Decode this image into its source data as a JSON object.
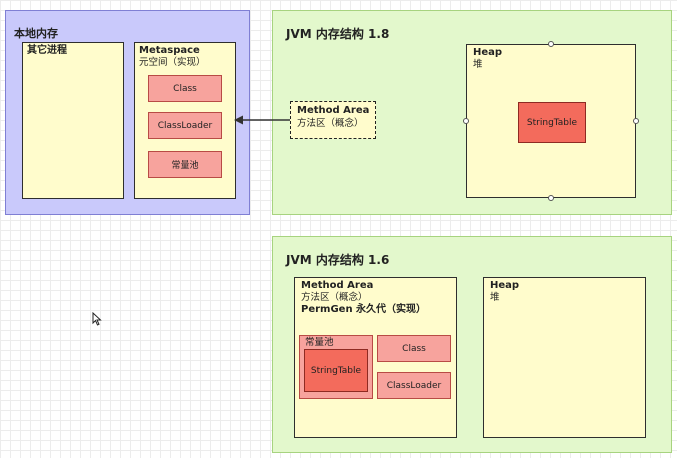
{
  "native_memory": {
    "title": "本地内存",
    "other_processes": "其它进程",
    "metaspace": {
      "title": "Metaspace",
      "subtitle": "元空间（实现）",
      "items": [
        "Class",
        "ClassLoader",
        "常量池"
      ]
    }
  },
  "jvm18": {
    "title": "JVM 内存结构 1.8",
    "method_area": {
      "title": "Method Area",
      "subtitle": "方法区（概念）"
    },
    "heap": {
      "title": "Heap",
      "subtitle": "堆",
      "string_table": "StringTable"
    }
  },
  "jvm16": {
    "title": "JVM 内存结构 1.6",
    "method_area": {
      "title": "Method Area",
      "subtitle": "方法区（概念）",
      "permgen": "PermGen 永久代（实现）",
      "constant_pool": "常量池",
      "string_table": "StringTable",
      "class": "Class",
      "classloader": "ClassLoader"
    },
    "heap": {
      "title": "Heap",
      "subtitle": "堆"
    }
  },
  "colors": {
    "native_panel": "#c9c9fb",
    "jvm_panel": "#e3f8cc",
    "box_yellow": "#fffccc",
    "box_pink": "#f7a39d",
    "box_red": "#f36b5c"
  }
}
